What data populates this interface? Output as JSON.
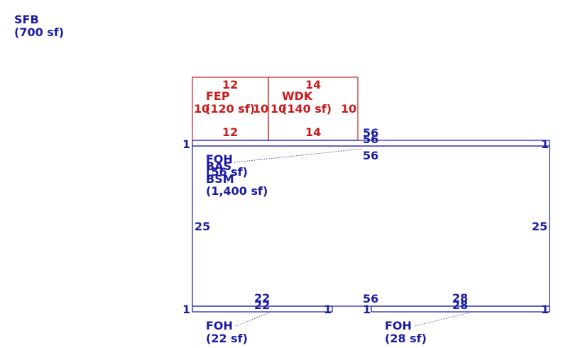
{
  "sfb": {
    "code": "SFB",
    "area": "(700 sf)"
  },
  "fep": {
    "code": "FEP",
    "area": "(120 sf)",
    "top": "12",
    "bottom": "12",
    "left": "10",
    "right": "10"
  },
  "wdk": {
    "code": "WDK",
    "area": "(140 sf)",
    "top": "14",
    "bottom": "14",
    "left": "10",
    "right": "10"
  },
  "foh_top": {
    "code": "FOH",
    "area": "(56 sf)",
    "top": "56",
    "bottom": "56",
    "left": "1",
    "right": "1"
  },
  "bas": {
    "code": "BAS"
  },
  "bsm": {
    "code": "BSM",
    "area": "(1,400 sf)",
    "top": "56",
    "bottom": "56",
    "left": "25",
    "right": "25"
  },
  "foh_left": {
    "code": "FOH",
    "area": "(22 sf)",
    "top": "22",
    "bottom": "22",
    "left": "1",
    "right": "1"
  },
  "foh_right": {
    "code": "FOH",
    "area": "(28 sf)",
    "top": "28",
    "bottom": "28",
    "left": "1",
    "right": "1"
  },
  "colors": {
    "main": "#1a1aa6",
    "porch": "#cc1a1a"
  }
}
